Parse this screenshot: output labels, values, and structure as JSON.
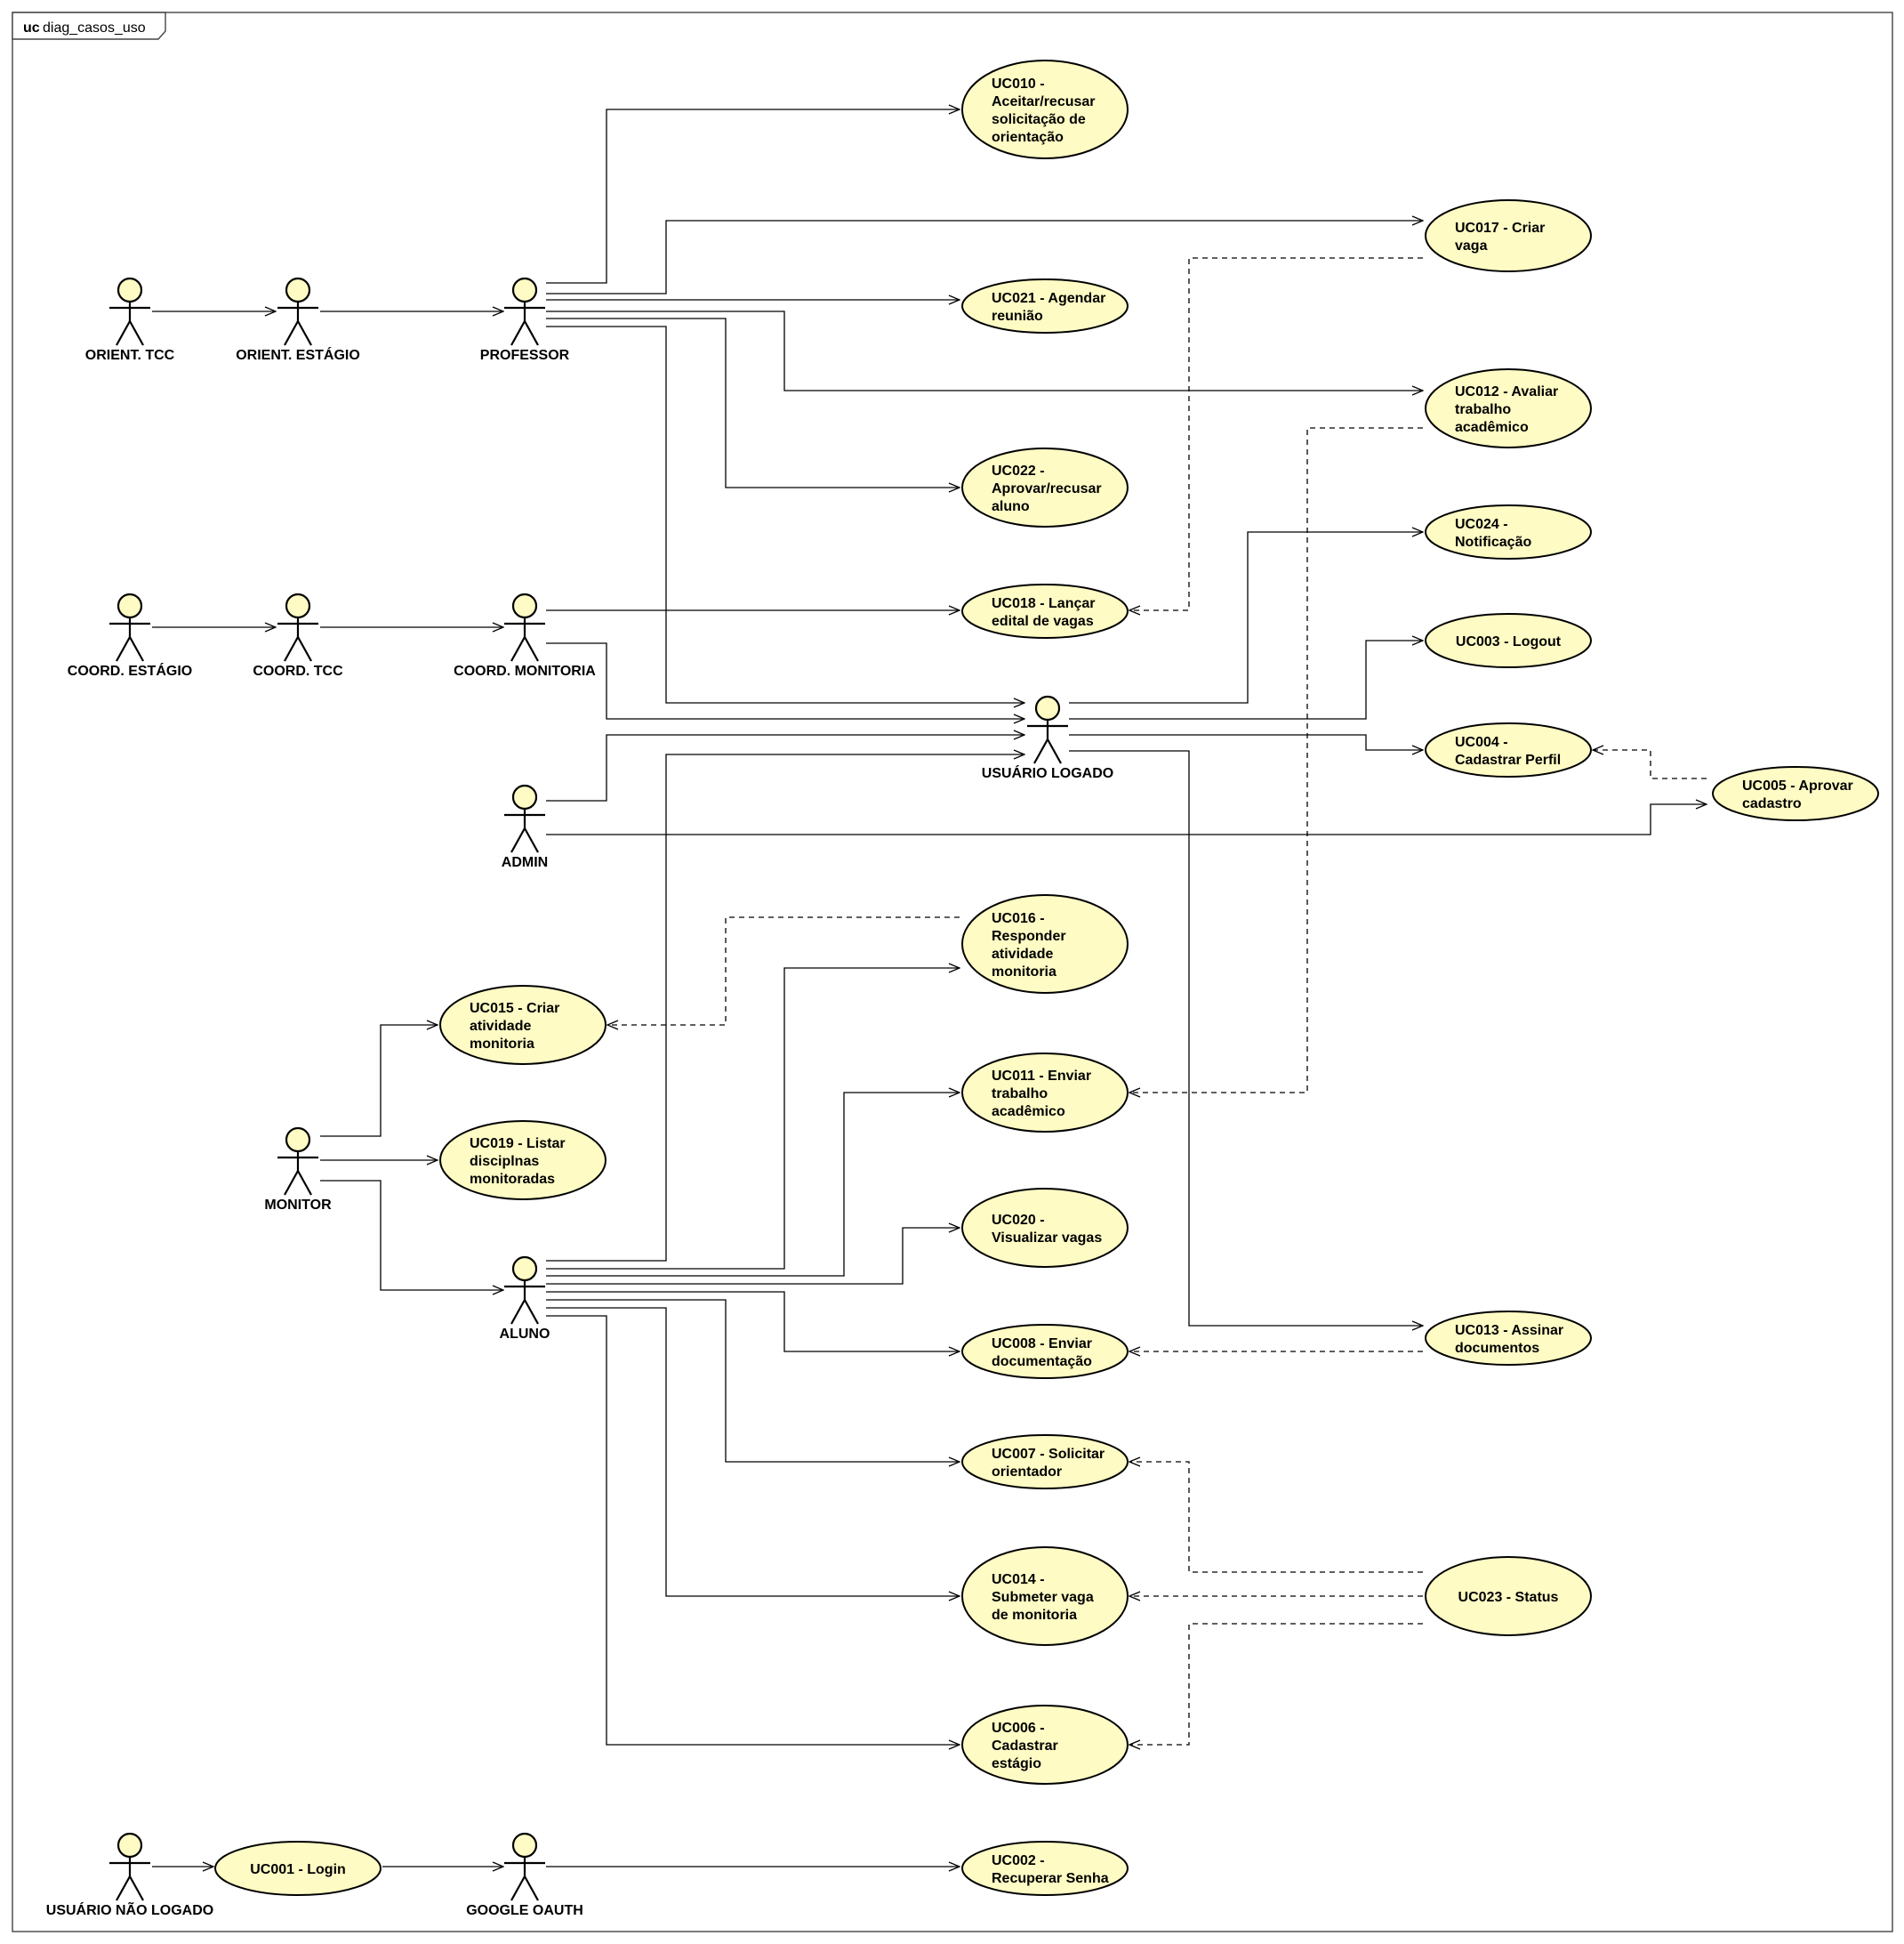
{
  "diagram": {
    "frame_keyword": "uc",
    "frame_name": "diag_casos_uso",
    "actors": [
      {
        "id": "orient_tcc",
        "label": "ORIENT. TCC"
      },
      {
        "id": "orient_estagio",
        "label": "ORIENT. ESTÁGIO"
      },
      {
        "id": "professor",
        "label": "PROFESSOR"
      },
      {
        "id": "coord_estagio",
        "label": "COORD. ESTÁGIO"
      },
      {
        "id": "coord_tcc",
        "label": "COORD. TCC"
      },
      {
        "id": "coord_monitoria",
        "label": "COORD. MONITORIA"
      },
      {
        "id": "usuario_logado",
        "label": "USUÁRIO LOGADO"
      },
      {
        "id": "admin",
        "label": "ADMIN"
      },
      {
        "id": "monitor",
        "label": "MONITOR"
      },
      {
        "id": "aluno",
        "label": "ALUNO"
      },
      {
        "id": "usuario_nao_logado",
        "label": "USUÁRIO NÃO LOGADO"
      },
      {
        "id": "google_oauth",
        "label": "GOOGLE OAUTH"
      }
    ],
    "use_cases": [
      {
        "id": "uc010",
        "lines": [
          "UC010 -",
          "Aceitar/recusar",
          "solicitação de",
          "orientação"
        ]
      },
      {
        "id": "uc017",
        "lines": [
          "UC017 - Criar",
          "vaga"
        ]
      },
      {
        "id": "uc021",
        "lines": [
          "UC021 - Agendar",
          "reunião"
        ]
      },
      {
        "id": "uc012",
        "lines": [
          "UC012 - Avaliar",
          "trabalho",
          "acadêmico"
        ]
      },
      {
        "id": "uc022",
        "lines": [
          "UC022 -",
          "Aprovar/recusar",
          "aluno"
        ]
      },
      {
        "id": "uc024",
        "lines": [
          "UC024 -",
          "Notificação"
        ]
      },
      {
        "id": "uc018",
        "lines": [
          "UC018 - Lançar",
          "edital de vagas"
        ]
      },
      {
        "id": "uc003",
        "lines": [
          "UC003 - Logout"
        ]
      },
      {
        "id": "uc004",
        "lines": [
          "UC004 -",
          "Cadastrar Perfil"
        ]
      },
      {
        "id": "uc005",
        "lines": [
          "UC005 - Aprovar",
          "cadastro"
        ]
      },
      {
        "id": "uc016",
        "lines": [
          "UC016 -",
          "Responder",
          "atividade",
          "monitoria"
        ]
      },
      {
        "id": "uc015",
        "lines": [
          "UC015 - Criar",
          "atividade",
          "monitoria"
        ]
      },
      {
        "id": "uc011",
        "lines": [
          "UC011 - Enviar",
          "trabalho",
          "acadêmico"
        ]
      },
      {
        "id": "uc019",
        "lines": [
          "UC019 - Listar",
          "disciplnas",
          "monitoradas"
        ]
      },
      {
        "id": "uc020",
        "lines": [
          "UC020 -",
          "Visualizar vagas"
        ]
      },
      {
        "id": "uc013",
        "lines": [
          "UC013 - Assinar",
          "documentos"
        ]
      },
      {
        "id": "uc008",
        "lines": [
          "UC008 - Enviar",
          "documentação"
        ]
      },
      {
        "id": "uc007",
        "lines": [
          "UC007 - Solicitar",
          "orientador"
        ]
      },
      {
        "id": "uc014",
        "lines": [
          "UC014 -",
          "Submeter vaga",
          "de monitoria"
        ]
      },
      {
        "id": "uc023",
        "lines": [
          "UC023 - Status"
        ]
      },
      {
        "id": "uc006",
        "lines": [
          "UC006 -",
          "Cadastrar",
          "estágio"
        ]
      },
      {
        "id": "uc001",
        "lines": [
          "UC001 - Login"
        ]
      },
      {
        "id": "uc002",
        "lines": [
          "UC002 -",
          "Recuperar Senha"
        ]
      }
    ]
  }
}
